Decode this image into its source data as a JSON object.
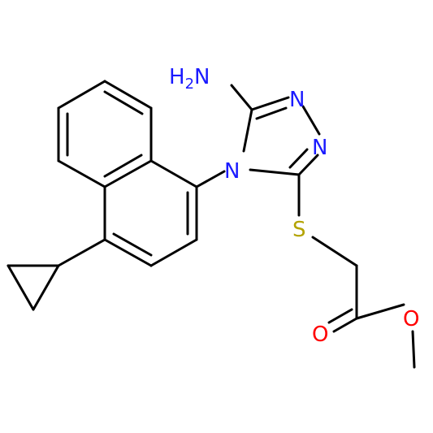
{
  "molecule": {
    "atoms": [
      {
        "id": "N_amine",
        "text": "H2N",
        "main": "H",
        "sub": "2",
        "tail": "N",
        "color": "#1a1aff"
      },
      {
        "id": "N_ring_1",
        "text": "N",
        "color": "#1a1aff"
      },
      {
        "id": "N_ring_2",
        "text": "N",
        "color": "#1a1aff"
      },
      {
        "id": "N_ring_4",
        "text": "N",
        "color": "#1a1aff"
      },
      {
        "id": "S",
        "text": "S",
        "color": "#b3a300"
      },
      {
        "id": "O_carbonyl",
        "text": "O",
        "color": "#ff0000"
      },
      {
        "id": "O_ester",
        "text": "O",
        "color": "#ff0000"
      }
    ]
  }
}
